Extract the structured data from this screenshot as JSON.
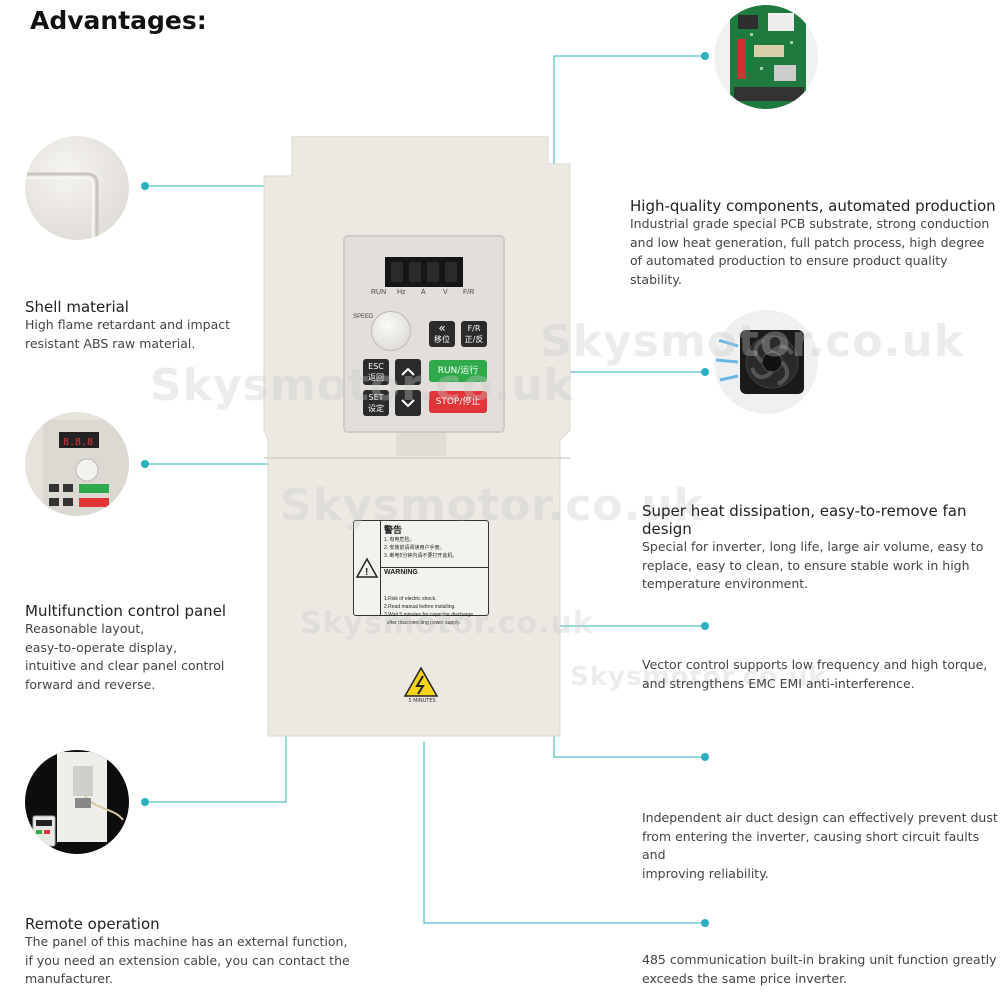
{
  "heading": "Advantages:",
  "features": {
    "shell": {
      "title": "Shell material",
      "desc": [
        "High flame retardant and impact",
        "resistant ABS raw material."
      ]
    },
    "panel": {
      "title": "Multifunction control panel",
      "desc": [
        "Reasonable layout,",
        "easy-to-operate display,",
        "intuitive and clear panel control",
        "forward and reverse."
      ]
    },
    "remote": {
      "title": "Remote operation",
      "desc": [
        "The panel of this machine has an external function,",
        "if you need an extension cable, you can contact the",
        "manufacturer."
      ]
    },
    "components": {
      "title": "High-quality components, automated production",
      "desc": [
        "Industrial grade special PCB substrate, strong conduction",
        "and low heat generation, full patch process, high degree",
        "of automated production to ensure product quality stability."
      ]
    },
    "fan": {
      "title": "Super heat dissipation, easy-to-remove fan design",
      "desc": [
        "Special for inverter, long life, large air volume, easy to",
        "replace, easy to clean, to ensure stable work in high",
        "temperature environment."
      ]
    },
    "vector": {
      "desc": [
        "Vector control supports low frequency and high torque,",
        "and strengthens EMC EMI anti-interference."
      ]
    },
    "airduct": {
      "desc": [
        "Independent air duct design can effectively prevent dust",
        "from entering the inverter, causing short circuit faults and",
        "improving reliability."
      ]
    },
    "comm": {
      "desc": [
        "485 communication built-in braking unit function greatly",
        "exceeds the same price inverter."
      ]
    }
  },
  "device": {
    "labels": {
      "run": "RUN",
      "hz": "Hz",
      "a": "A",
      "v": "V",
      "fr": "F/R",
      "speed": "SPEED"
    },
    "buttons": {
      "shift_top": "«",
      "shift_bottom": "移位",
      "fr_top": "F/R",
      "fr_bottom": "正/反",
      "esc_top": "ESC",
      "esc_bottom": "返回",
      "set_top": "SET",
      "set_bottom": "设定",
      "run": "RUN/运行",
      "stop": "STOP/停止"
    },
    "warning": {
      "cn_title": "警告",
      "cn_lines": [
        "1. 有电危险。",
        "2. 安装前请阅读用户手册。",
        "3. 断电5分钟内请不要打开此机。"
      ],
      "en_title": "WARNING",
      "en_lines": [
        "1.Risk of electric shock.",
        "2.Read manual before installing.",
        "3.Wait 5 minutes for capacitor discharge",
        "  after disconnecting power supply."
      ]
    },
    "hazard": "5 MINUTES"
  },
  "watermark": "Skysmotor.co.uk",
  "colors": {
    "accent": "#2bb0bf",
    "run_button": "#2faa4a",
    "stop_button": "#e2353a",
    "housing": "#ece9e3"
  }
}
